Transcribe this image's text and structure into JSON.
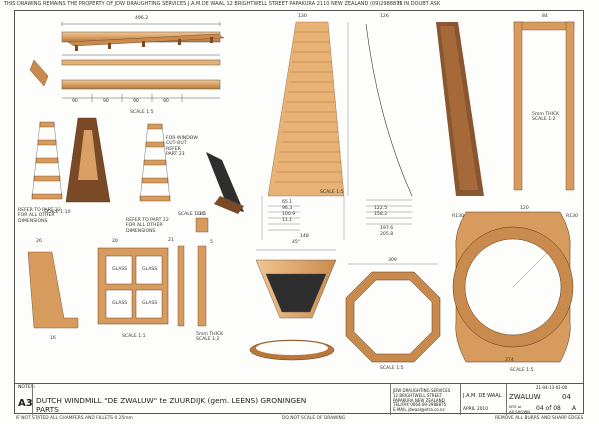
{
  "header": {
    "property_notice": "THIS DRAWING REMAINS THE PROPERTY OF JDW DRAUGHTING SERVICES J.A.M.DE WAAL 12 BRIGHTWELL STREET PAPAKURA 2110 NEW ZEALAND (09)2988875",
    "doubt_notice": "IF IN DOUBT ASK"
  },
  "views": {
    "frame_refs": "REFER TO PART 22\nFOR ALL OTHER\nDIMENSIONS",
    "frame_refs2": "REFER TO PART 22\nFOR ALL OTHER\nDIMENSIONS",
    "window_note": "FOR WINDOW\nCUT-OUT\nREFER\nPART 23",
    "thick_note_right": "5mm THICK\nSCALE 1:2",
    "thick_note_bottom": "5mm THICK\nSCALE 1:2",
    "glass": "GLASS",
    "scale_1_5": "SCALE 1:5",
    "scale_1_10": "SCALE 1:10",
    "scale_1_1": "SCALE 1:1",
    "scale_1_10b": "SCALE 1:10",
    "scale_1_5b": "SCALE 1:5",
    "scale_1_5c": "SCALE 1:5",
    "scale_1_5d": "SCALE 1:5",
    "dims": {
      "d496": "496.2",
      "d90a": "90",
      "d90b": "90",
      "d90c": "90",
      "d90d": "90",
      "d84": "84",
      "d130": "130",
      "d126": "126",
      "d65": "65.1",
      "d96": "96.3",
      "d100": "100.9",
      "d11": "11.1",
      "d122": "122.5",
      "d148": "148",
      "d158": "158.2",
      "d197": "197.6",
      "d205": "205.8",
      "d309": "309",
      "d274": "274",
      "dR130": "R130",
      "dR130b": "R130",
      "d20": "20",
      "d26": "26",
      "d45": "45°",
      "d16": "16",
      "d120": "120",
      "d21": "21",
      "d33": "33.5",
      "d5": "5"
    }
  },
  "title_block": {
    "notes_label": "NOTES:",
    "size": "A3",
    "title_line1": "DUTCH WINDMILL \"DE ZWALUW\" te ZUURDIJK (gem. LEENS) GRONINGEN",
    "title_line2": "PARTS",
    "company_lines": [
      "JDW DRAUGHTING SERVICES",
      "12 BRIGHTWELL STREET",
      "PAPAKURA NEW ZEALAND",
      "TEL/FAX 0064-09-2988875",
      "E-MAIL jdwaal@xtra.co.nz"
    ],
    "drawn_by": "J.A.M. DE WAAL",
    "date": "APRIL 2010",
    "drawing_name": "ZWALUW",
    "sheet_code": "04",
    "nts": "NTS or",
    "as_shown": "AS SHOWN",
    "sheet_of": "04 of 08",
    "revision": "A",
    "rev_date": "21-04-13-01-00"
  },
  "footer": {
    "chamfers": "IF NOT STATED ALL CHAMFERS AND FILLETS 0.25mm",
    "no_scale": "DO NOT SCALE OF DRAWING",
    "burrs": "REMOVE ALL BURRS AND SHARP EDGES"
  },
  "colors": {
    "wood_light": "#e8b274",
    "wood_mid": "#c98a4e",
    "wood_dark": "#7a4a26",
    "line": "#555555"
  }
}
